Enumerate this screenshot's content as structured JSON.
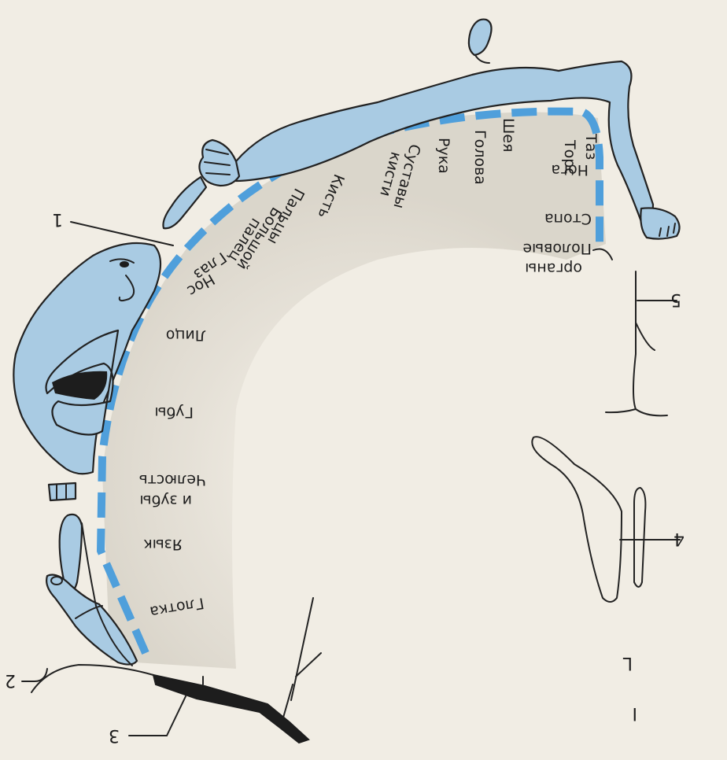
{
  "colors": {
    "background": "#f1ede4",
    "cortex_shading": "#dcd7cd",
    "homunculus_fill": "#a9cbe3",
    "projection_dash": "#4f9fdb",
    "ink": "#1d1d1d"
  },
  "body_labels": [
    "Таз",
    "Торс",
    "Нога",
    "Шея",
    "Голова",
    "Рука",
    "Суставы",
    "кисти",
    "Кисть",
    "Пальцы",
    "Большой",
    "палец",
    "Глаз",
    "Нос",
    "Лицо",
    "Губы",
    "Челюсть",
    "и зубы",
    "Язык",
    "Глотка",
    "Стопа",
    "Половые",
    "органы"
  ],
  "pointer_numbers": [
    "1",
    "2",
    "3",
    "4",
    "5"
  ],
  "corner_marks": [
    "L",
    "I"
  ],
  "icons": {
    "face": "face-icon",
    "hand": "hand-icon",
    "foot": "foot-icon",
    "genitals": "genitals-icon",
    "tongue": "tongue-icon",
    "teeth": "teeth-icon",
    "pharynx": "pharynx-icon"
  }
}
